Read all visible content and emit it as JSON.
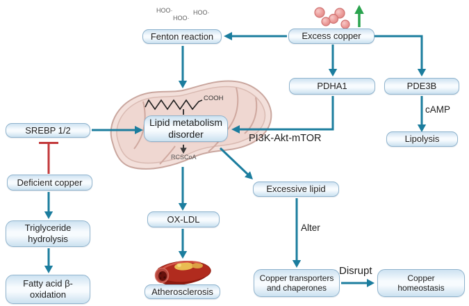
{
  "colors": {
    "arrow_teal": "#1b7d9e",
    "inhibit_red": "#c2383a",
    "increase_green": "#2aa34e",
    "box_border": "#8fb3cd",
    "box_fill_top": "#cde2f1",
    "box_fill_mid": "#f7fbfe",
    "box_fill_bottom": "#cbe1f0",
    "text_dark": "#1c1c1c"
  },
  "nodes": {
    "fenton": "Fenton reaction",
    "excess_copper": "Excess copper",
    "pdha1": "PDHA1",
    "pde3b": "PDE3B",
    "lipolysis": "Lipolysis",
    "srebp": "SREBP 1/2",
    "deficient_copper": "Deficient copper",
    "triglyceride": "Triglyceride hydrolysis",
    "fatty_acid": "Fatty acid β-oxidation",
    "lipid_disorder": "Lipid metabolism disorder",
    "ox_ldl": "OX-LDL",
    "atherosclerosis": "Atherosclerosis",
    "excessive_lipid": "Excessive lipid",
    "transporters": "Copper transporters and chaperones",
    "homeostasis": "Copper homeostasis"
  },
  "labels": {
    "hoo_1": "HOO·",
    "hoo_2": "HOO·",
    "hoo_3": "HOO·",
    "cooh": "COOH",
    "rcscoa": "RCSCoA",
    "pi3k_akt_mtor": "PI3K-Akt-mTOR",
    "camp": "cAMP",
    "alter": "Alter",
    "disrupt": "Disrupt"
  }
}
